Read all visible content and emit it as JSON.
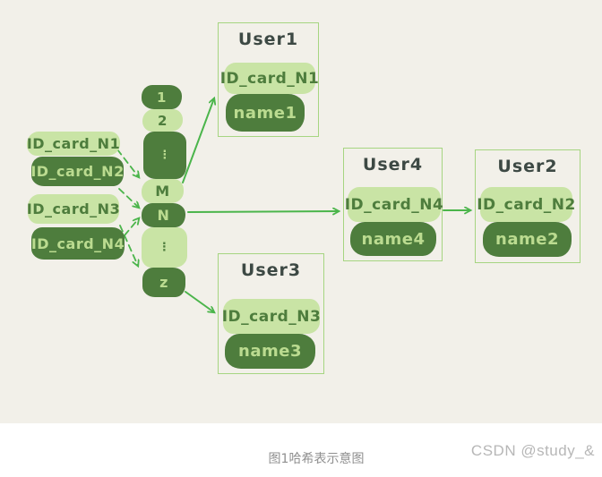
{
  "diagram": {
    "keys": [
      {
        "label": "ID_card_N1",
        "variant": "light"
      },
      {
        "label": "ID_card_N2",
        "variant": "dark"
      },
      {
        "label": "ID_card_N3",
        "variant": "light"
      },
      {
        "label": "ID_card_N4",
        "variant": "dark"
      }
    ],
    "slots": [
      {
        "label": "1",
        "variant": "dark"
      },
      {
        "label": "2",
        "variant": "light"
      },
      {
        "label": "⋮",
        "variant": "dark"
      },
      {
        "label": "M",
        "variant": "light"
      },
      {
        "label": "N",
        "variant": "dark"
      },
      {
        "label": "⋮",
        "variant": "light"
      },
      {
        "label": "z",
        "variant": "dark"
      }
    ],
    "users": {
      "user1": {
        "title": "User1",
        "id_label": "ID_card_N1",
        "name_label": "name1"
      },
      "user2": {
        "title": "User2",
        "id_label": "ID_card_N2",
        "name_label": "name2"
      },
      "user3": {
        "title": "User3",
        "id_label": "ID_card_N3",
        "name_label": "name3"
      },
      "user4": {
        "title": "User4",
        "id_label": "ID_card_N4",
        "name_label": "name4"
      }
    }
  },
  "footer": {
    "caption": "图1哈希表示意图",
    "watermark": "CSDN @study_&"
  },
  "colors": {
    "canvas_background": "#f2f0e9",
    "dark_green": "#4e7d3d",
    "light_green": "#c9e4a5",
    "arrow_green": "#4bb54b",
    "box_border": "#a6d581",
    "title_text": "#3d4944",
    "caption_text": "#8f8f8f",
    "watermark_text": "#b7b7b7"
  }
}
